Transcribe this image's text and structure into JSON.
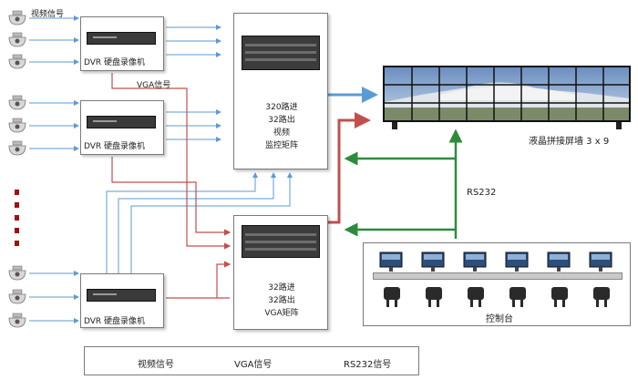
{
  "labels": {
    "video_signal_top": "视频信号",
    "vga_signal_mid": "VGA信号",
    "rs232": "RS232",
    "wall_label": "液晶拼接屏墙 3 x 9",
    "console": "控制台"
  },
  "dvrs": [
    {
      "label": "DVR 硬盘录像机"
    },
    {
      "label": "DVR 硬盘录像机"
    },
    {
      "label": "DVR 硬盘录像机"
    }
  ],
  "matrix_video": {
    "lines": [
      "320路进",
      "32路出",
      "视频",
      "监控矩阵"
    ]
  },
  "matrix_vga": {
    "lines": [
      "32路进",
      "32路出",
      "VGA矩阵"
    ]
  },
  "legend": {
    "video": "视频信号",
    "vga": "VGA信号",
    "rs232": "RS232信号"
  },
  "colors": {
    "video": "#5b9bd5",
    "vga": "#c0504d",
    "rs232": "#2e8b3e",
    "ellipsis_dot": "#a01010"
  },
  "icons": {
    "camera": "dome-camera-icon",
    "monitor": "monitor-icon"
  }
}
